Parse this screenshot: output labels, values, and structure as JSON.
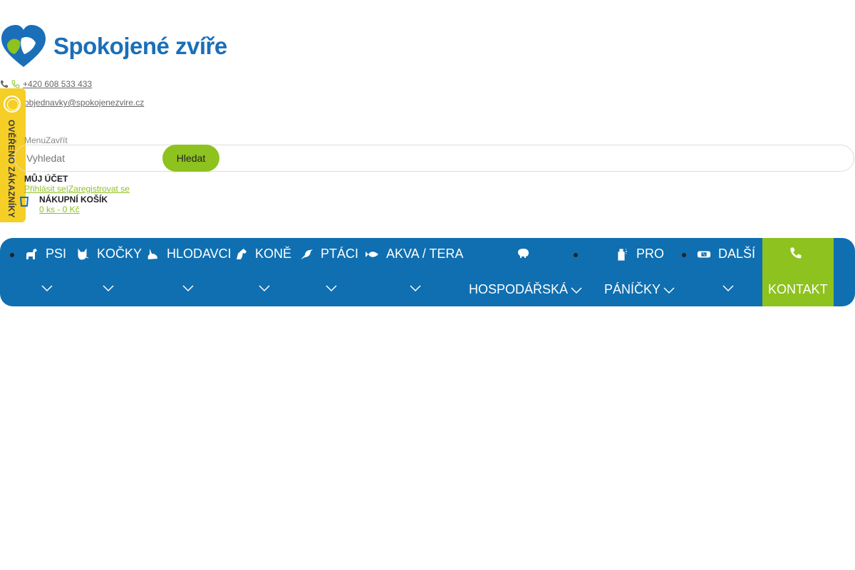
{
  "logo": {
    "text": "Spokojené zvíře"
  },
  "contact": {
    "phone": "+420 608 533 433",
    "email": "objednavky@spokojenezvire.cz"
  },
  "badge": {
    "text": "OVĚŘENO ZÁKAZNÍKY"
  },
  "menu_toggle": {
    "menu": "Menu",
    "close": "Zavřít"
  },
  "search": {
    "placeholder": "Vyhledat",
    "button": "Hledat"
  },
  "account": {
    "title": "MŮJ ÚČET",
    "login": "Přihlásit se",
    "separator": "|",
    "register": "Zaregistrovat se"
  },
  "cart": {
    "title": "NÁKUPNÍ KOŠÍK",
    "value": "0 ks - 0 Kč"
  },
  "nav": {
    "items": [
      {
        "label": "PSI",
        "icon": "dog-icon"
      },
      {
        "label": "KOČKY",
        "icon": "cat-icon"
      },
      {
        "label": "HLODAVCI",
        "icon": "rabbit-icon"
      },
      {
        "label": "KONĚ",
        "icon": "horse-icon"
      },
      {
        "label": "PTÁCI",
        "icon": "bird-icon"
      },
      {
        "label": "AKVA / TERA",
        "icon": "fish-icon"
      },
      {
        "label": "HOSPODÁŘSKÁ",
        "icon": "pig-icon"
      },
      {
        "label": "PRO",
        "label2": "PÁNÍČKY",
        "icon": "spray-icon"
      },
      {
        "label": "DALŠÍ",
        "icon": "bandage-icon"
      }
    ],
    "contact": {
      "label": "KONTAKT",
      "icon": "phone-icon"
    }
  },
  "colors": {
    "brand_blue": "#0f6fb1",
    "brand_green": "#8dc21f",
    "badge_yellow": "#f5ce26"
  }
}
